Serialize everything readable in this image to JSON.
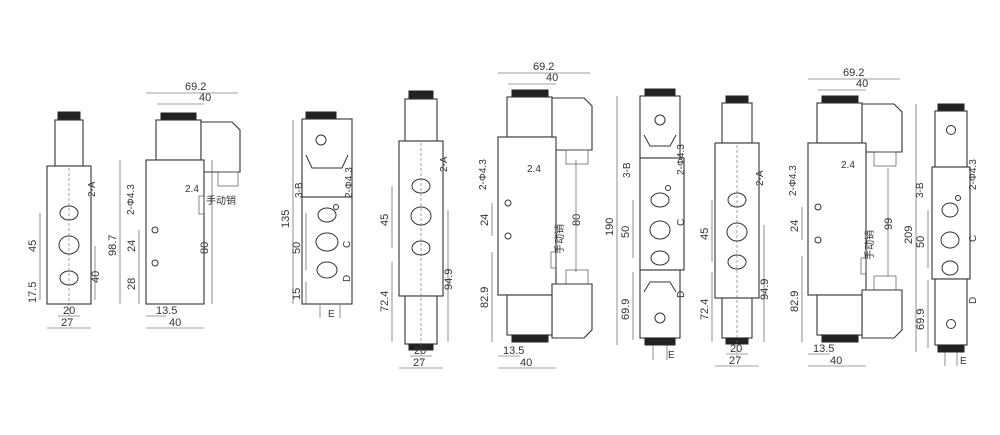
{
  "drawing_title": "",
  "views": [
    {
      "id": "v1",
      "dims": {
        "w_inner": "20",
        "w_outer": "27",
        "h1": "45",
        "h2": "17.5",
        "h3": "40"
      },
      "labels": {
        "port": "2-A"
      }
    },
    {
      "id": "v2",
      "dims": {
        "top_outer": "69.2",
        "top_inner": "40",
        "height": "98.7",
        "h_mid": "24",
        "h_low": "28",
        "h_right": "80",
        "bot_inner": "13.5",
        "bot_outer": "40"
      },
      "labels": {
        "hole": "2-Φ4.3",
        "gap": "2.4",
        "manual": "手动销"
      }
    },
    {
      "id": "v3",
      "dims": {
        "height": "135",
        "h_mid": "50",
        "h_low": "15",
        "bot": "E"
      },
      "labels": {
        "port_b": "3-B",
        "hole": "2-Φ4.3",
        "port_c": "C",
        "port_d": "D"
      }
    },
    {
      "id": "v4",
      "dims": {
        "h_top": "45",
        "h_bot": "72.4",
        "h_right": "94.9",
        "w_inner": "20",
        "w_outer": "27"
      },
      "labels": {
        "port": "2-A"
      }
    },
    {
      "id": "v5",
      "dims": {
        "top_outer": "69.2",
        "top_inner": "40",
        "gap": "2.4",
        "h_mid": "24",
        "h_right": "80",
        "h_bot": "82.9",
        "bot_inner": "13.5",
        "bot_outer": "40"
      },
      "labels": {
        "hole": "2-Φ4.3",
        "manual": "手动销"
      }
    },
    {
      "id": "v6",
      "dims": {
        "height": "190",
        "h_mid": "50",
        "h_bot": "69.9",
        "bot": "E"
      },
      "labels": {
        "port_b": "3-B",
        "hole": "2-Φ4.3",
        "port_c": "C",
        "port_d": "D"
      }
    },
    {
      "id": "v7",
      "dims": {
        "h_top": "45",
        "h_bot": "72.4",
        "h_right": "94.9",
        "w_inner": "20",
        "w_outer": "27"
      },
      "labels": {
        "port": "2-A"
      }
    },
    {
      "id": "v8",
      "dims": {
        "top_outer": "69.2",
        "top_inner": "40",
        "gap": "2.4",
        "h_mid": "24",
        "h_right": "99",
        "h_bot": "82.9",
        "bot_inner": "13.5",
        "bot_outer": "40"
      },
      "labels": {
        "hole": "2-Φ4.3",
        "manual": "手动销"
      }
    },
    {
      "id": "v9",
      "dims": {
        "height": "209",
        "h_mid": "50",
        "h_bot": "69.9",
        "bot": "E"
      },
      "labels": {
        "port_b": "3-B",
        "hole": "2-Φ4.3",
        "port_c": "C",
        "port_d": "D"
      }
    }
  ]
}
